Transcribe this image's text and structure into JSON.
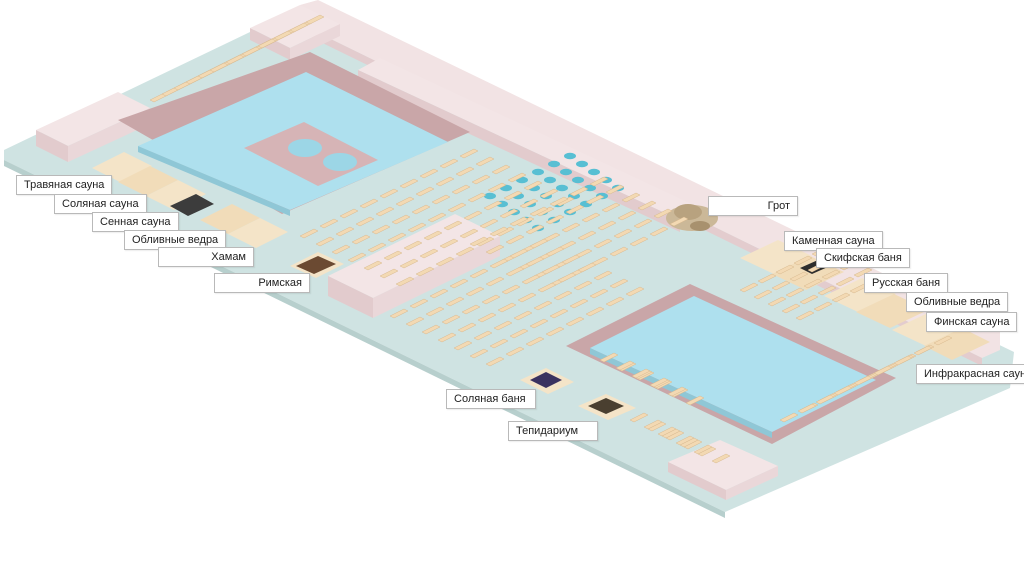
{
  "labels": {
    "travyanaya_sauna": "Травяная сауна",
    "solyanaya_sauna": "Соляная сауна",
    "sennaya_sauna": "Сенная сауна",
    "oblivnye_vedra_left": "Обливные ведра",
    "khamam": "Хамам",
    "rimskaya": "Римская",
    "grot": "Грот",
    "kamennaya_sauna": "Каменная сауна",
    "skifskaya_banya": "Скифская баня",
    "russkaya_banya": "Русская баня",
    "oblivnye_vedra_right": "Обливные ведра",
    "finskaya_sauna": "Финская сауна",
    "infrakrasnaya_sauna": "Инфракрасная сауна",
    "solyanaya_banya": "Соляная баня",
    "tepidarium": "Тепидариум"
  },
  "colors": {
    "floor": "#cfe3e2",
    "wall": "#f1dfe0",
    "wall_shade": "#e4cdcf",
    "pool_rim": "#caa8aa",
    "water": "#aee0ee",
    "lounger": "#f3d9b3",
    "umbrella": "#58bfd3",
    "room_floor": "#f4e4c8",
    "grotto": "#c9b79a"
  }
}
